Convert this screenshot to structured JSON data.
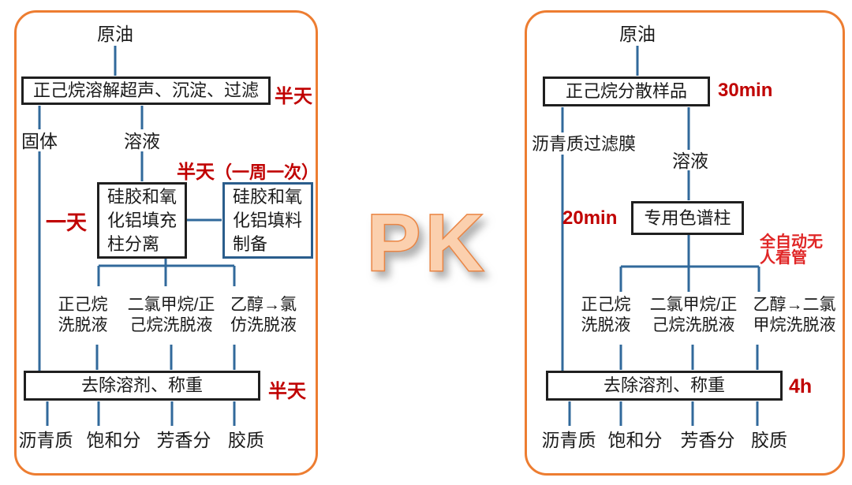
{
  "versus": {
    "label": "PK"
  },
  "colors": {
    "panel_border": "#ed7d31",
    "wire": "#31699b",
    "box_border_dark": "#1f1f1f",
    "box_border_blue": "#2a5d8c",
    "time_red": "#c00000",
    "auto_red": "#e02626",
    "pk_fill": "#fbd0ae",
    "pk_stroke": "#ea8544"
  },
  "left": {
    "source": "原油",
    "dissolve_box": "正己烷溶解超声、沉淀、过滤",
    "dissolve_time": "半天",
    "solid_label": "固体",
    "solution_label": "溶液",
    "prep_time": "半天",
    "prep_note": "（一周一次）",
    "separation_time": "一天",
    "separation_box": "硅胶和氧\n化铝填充\n柱分离",
    "packing_box": "硅胶和氧\n化铝填料\n制备",
    "eluent_1": "正己烷\n洗脱液",
    "eluent_2": "二氯甲烷/正\n己烷洗脱液",
    "eluent_3": "乙醇→氯\n仿洗脱液",
    "weigh_box": "去除溶剂、称重",
    "weigh_time": "半天",
    "product_1": "沥青质",
    "product_2": "饱和分",
    "product_3": "芳香分",
    "product_4": "胶质"
  },
  "right": {
    "source": "原油",
    "disperse_box": "正己烷分散样品",
    "disperse_time": "30min",
    "membrane_label": "沥青质过滤膜",
    "solution_label": "溶液",
    "filter_time": "20min",
    "column_box": "专用色谱柱",
    "auto_note": "全自动无\n人看管",
    "eluent_1": "正己烷\n洗脱液",
    "eluent_2": "二氯甲烷/正\n己烷洗脱液",
    "eluent_3": "乙醇→二氯\n甲烷洗脱液",
    "weigh_box": "去除溶剂、称重",
    "weigh_time": "4h",
    "product_1": "沥青质",
    "product_2": "饱和分",
    "product_3": "芳香分",
    "product_4": "胶质"
  }
}
